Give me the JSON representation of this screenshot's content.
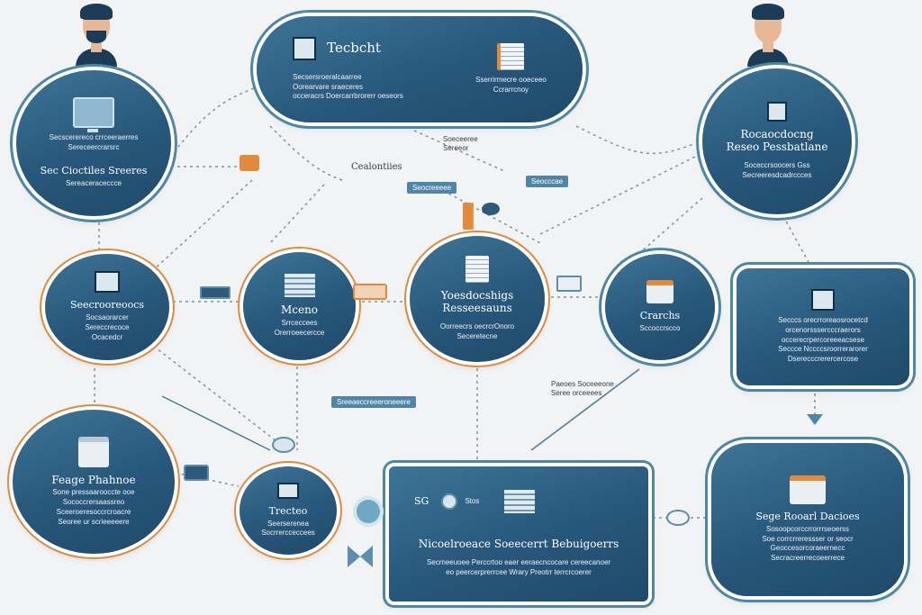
{
  "nodes": {
    "top_left": {
      "lines_a": [
        "Secscerereco crrceeraerres",
        "Sereceercrarsrc"
      ],
      "title": "Sec Cioctiles",
      "title2": "Sreeres",
      "lines_b": [
        "Sereaceraceccce"
      ]
    },
    "top_center": {
      "title": "Tecbcht",
      "lines_left": [
        "Secsersroeralcaarree",
        "Oorearvare sraeceres",
        "occeracrs Doercarrbrorerr oeseors"
      ],
      "lines_right": [
        "Sserrirmecre ooeceeo",
        "Ccrarrcnoy"
      ]
    },
    "top_right": {
      "title": "Rocaocdocng\nReseo Pessbatlane",
      "lines": [
        "Soceccrsoocers Gss",
        "Secreeresdcadrccces"
      ]
    },
    "mid_left": {
      "title": "Seecrooreoocs",
      "lines": [
        "Socsaorarcer",
        "Sereccrecoce",
        "Ocacedcr"
      ]
    },
    "mid_center_left": {
      "title": "Mceno",
      "lines": [
        "Srrceccees",
        "Orerroeecercce"
      ]
    },
    "mid_center": {
      "title": "Yoesdocshigs\nResseesauns",
      "lines": [
        "Oorreecrs oecrcrOnoro",
        "Seceretecne"
      ]
    },
    "mid_right_circle": {
      "title": "Crarchs",
      "lines": [
        "Sccoccrscco"
      ]
    },
    "mid_right_box": {
      "lines": [
        "Secccs orecrroreaosrocetcd",
        "orcenorsssercccraerors",
        "occerecrpercoreeeacsese",
        "Seccce Nccccsroorrerarorer",
        "Dserecccrerercercose"
      ]
    },
    "bottom_left": {
      "title": "Feage Phahnoe",
      "lines": [
        "Sone pressaarooccte ooe",
        "Sococcrersaassreo",
        "Sceeroeresoccrcroacre",
        "Seoree ur scrieeeeere"
      ]
    },
    "bottom_center_left": {
      "title": "Trecteo",
      "lines": [
        "Seerserenea",
        "Socrrercceccees"
      ]
    },
    "bottom_center_box": {
      "badge": "SG",
      "badge2": "Stos",
      "title": "Nicoelroeace Soeecerrt Bebuigoerrs",
      "lines": [
        "Secrneeuoee Perccrtoo eaer eeraecncocare cereecanoer",
        "eo peercerprerrcee Wrary Preotrr terrcrcoerer"
      ]
    },
    "bottom_right_box": {
      "title": "Sege Rooarl Dacioes",
      "lines": [
        "Sosoopcorccrrorrrseoerss",
        "Soe corrcrreressser or seocr",
        "Geoccesorcoraeernecc",
        "Secracreerrecoeerrece"
      ]
    }
  },
  "labels": {
    "center_top": "Cealontiies",
    "tag_left_center": "Seocreeeee",
    "tag_right_center": "Seocccae",
    "mid_float": "Soeceeree\nSereeor",
    "tag_lower": "Sreeaeccreeeroneeere",
    "right_float": "Paeoes Soceeeone\nSeree orceeees"
  },
  "colors": {
    "primary": "#27577a",
    "accent": "#e38a3a",
    "ring": "#4e86a6",
    "background": "#f1f3f5"
  }
}
